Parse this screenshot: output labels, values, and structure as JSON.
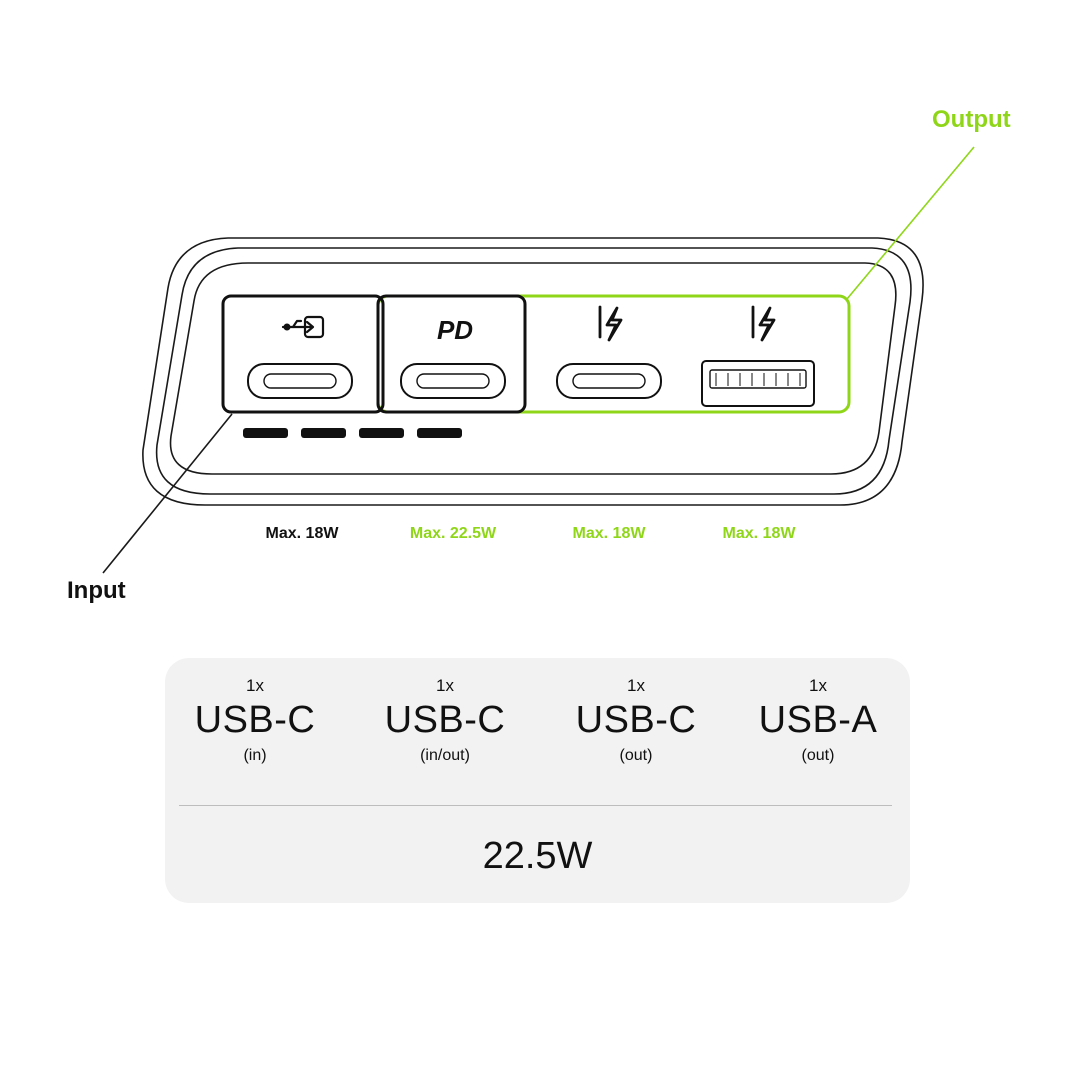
{
  "colors": {
    "green": "#8fd619",
    "dark": "#111111",
    "outline": "#1a1a1a"
  },
  "callouts": {
    "input": "Input",
    "output": "Output"
  },
  "icons": [
    "usb-input-icon",
    "pd-badge",
    "fast-charge-icon",
    "fast-charge-icon",
    "usb-a-port"
  ],
  "ports": {
    "pd_badge": "PD",
    "max_labels": [
      "Max. 18W",
      "Max. 22.5W",
      "Max. 18W",
      "Max. 18W"
    ]
  },
  "battery_indicator": {
    "leds": 4
  },
  "specs": {
    "columns": [
      {
        "count": "1x",
        "type": "USB-C",
        "direction": "(in)"
      },
      {
        "count": "1x",
        "type": "USB-C",
        "direction": "(in/out)"
      },
      {
        "count": "1x",
        "type": "USB-C",
        "direction": "(out)"
      },
      {
        "count": "1x",
        "type": "USB-A",
        "direction": "(out)"
      }
    ],
    "total": "22.5W"
  }
}
